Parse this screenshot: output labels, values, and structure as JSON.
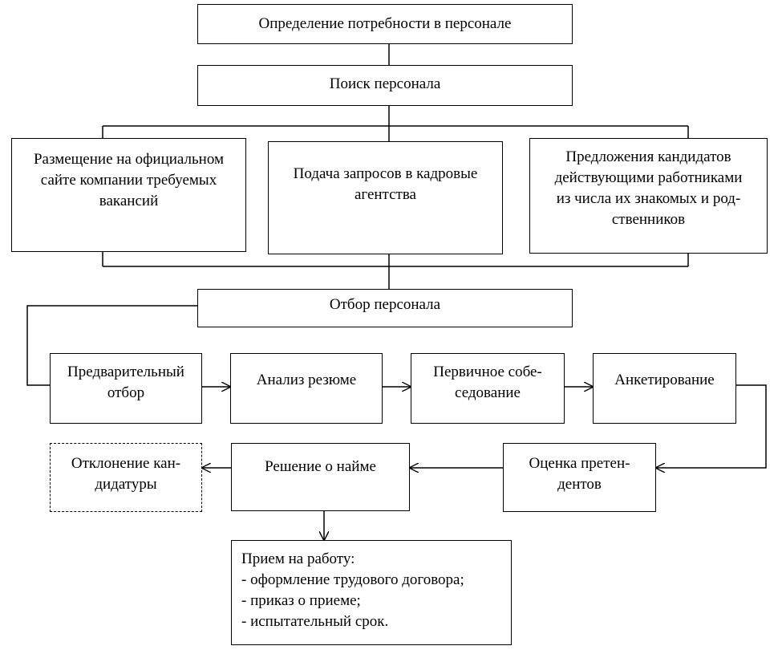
{
  "nodes": {
    "need": "Определение потребности в персонале",
    "search": "Поиск персонала",
    "site": [
      "Размещение на официальном",
      "сайте компании требуемых",
      "вакансий"
    ],
    "agency": [
      "Подача запросов в кадровые",
      "агентства"
    ],
    "referral": [
      "Предложения кандидатов",
      "действующими работниками",
      "из числа их знакомых и род-",
      "ственников"
    ],
    "selection": "Отбор персонала",
    "prelim": [
      "Предварительный",
      "отбор"
    ],
    "resume": "Анализ резюме",
    "interview": [
      "Первичное собе-",
      "седование"
    ],
    "survey": "Анкетирование",
    "evaluation": [
      "Оценка претен-",
      "дентов"
    ],
    "decision": "Решение о найме",
    "rejection": [
      "Отклонение кан-",
      "дидатуры"
    ],
    "hiring": [
      "Прием на работу:",
      "- оформление трудового договора;",
      "- приказ о приеме;",
      "- испытательный срок."
    ]
  },
  "colors": {
    "line": "#000000",
    "background": "#ffffff"
  }
}
